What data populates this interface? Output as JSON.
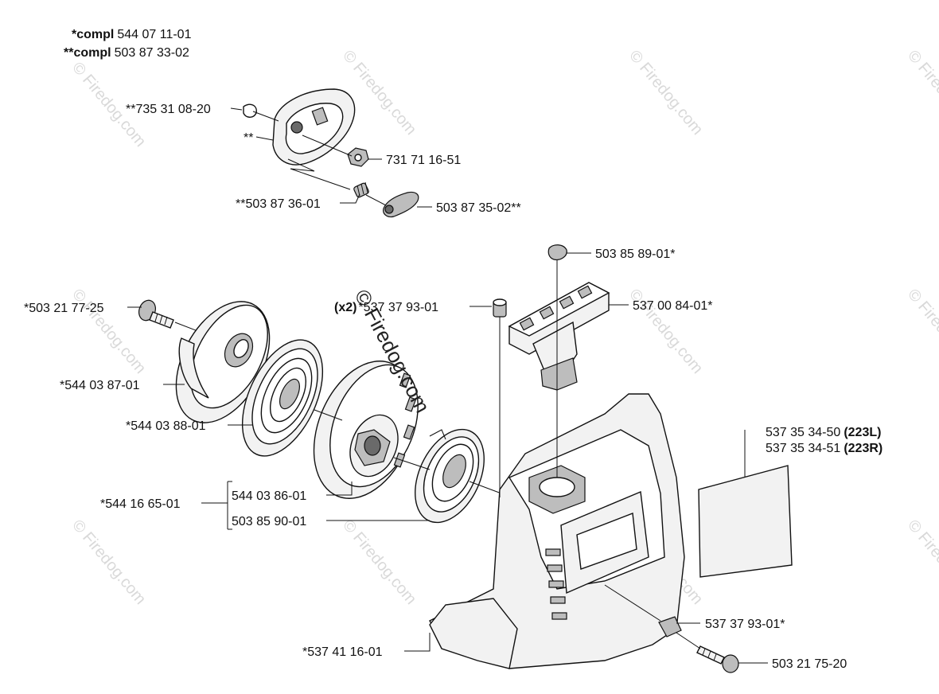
{
  "header": {
    "line1": {
      "prefix": "*compl",
      "number": "544 07 11-01"
    },
    "line2": {
      "prefix": "**compl",
      "number": "503 87 33-02"
    }
  },
  "watermark": {
    "text": "© Firedog.com"
  },
  "parts": {
    "p735310820": "**735 31 08-20",
    "p_starstar": "**",
    "p731711651": "731 71 16-51",
    "p503873601": "**503 87 36-01",
    "p503873502": "503 87 35-02**",
    "p503858901": "503 85 89-01*",
    "p537379301_top_qty": "(x2)",
    "p537379301_top": "*537 37 93-01",
    "p537008401": "537 00 84-01*",
    "p503217725": "*503 21 77-25",
    "p544038701": "*544 03 87-01",
    "p544038801": "*544 03 88-01",
    "p544166501": "*544 16 65-01",
    "p544038601": "544 03 86-01",
    "p503859001": "503 85 90-01",
    "p537353450": "537 35 34-50",
    "p537353450_model": "(223L)",
    "p537353451": "537 35 34-51",
    "p537353451_model": "(223R)",
    "p537379301_bot": "537 37 93-01*",
    "p503217520": "503 21 75-20",
    "p537411601": "*537 41 16-01"
  }
}
